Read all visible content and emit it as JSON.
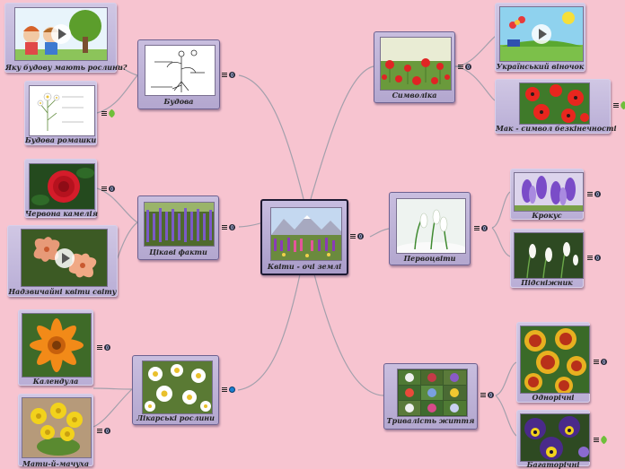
{
  "colors": {
    "background": "#f7c4d0",
    "node_fill": "#b8accf",
    "link": "#9a9aa6"
  },
  "central": {
    "label": "Квіти - очі землі"
  },
  "topics": {
    "budova": {
      "label": "Будова"
    },
    "tsikavi": {
      "label": "Цікаві факти"
    },
    "likarski": {
      "label": "Лікарські рослини"
    },
    "symvolika": {
      "label": "Символіка"
    },
    "pervotsvity": {
      "label": "Первоцвіти"
    },
    "tryvalist": {
      "label": "Тривалість життя"
    }
  },
  "subtopics": {
    "yaku_budovu": {
      "label": "Яку будову мають рослини?"
    },
    "budova_romashky": {
      "label": "Будова ромашки"
    },
    "chervona_kamelia": {
      "label": "Червона камелія"
    },
    "nadzvychaini": {
      "label": "Надзвичайні квіти світу"
    },
    "kalendula": {
      "label": "Календула"
    },
    "maty_y_machukha": {
      "label": "Мати-й-мачуха"
    },
    "ukrainskyi_vinochok": {
      "label": "Український віночок"
    },
    "mak": {
      "label": "Мак - символ безкінечності"
    },
    "krokus": {
      "label": "Крокус"
    },
    "pidsnizhnyk": {
      "label": "Підсніжник"
    },
    "odnorichni": {
      "label": "Однорічні"
    },
    "bahatorichni": {
      "label": "Багаторічні"
    }
  },
  "icons": [
    "notes-icon",
    "globe-icon",
    "leaf-icon",
    "blue-dot-icon",
    "play-icon"
  ]
}
